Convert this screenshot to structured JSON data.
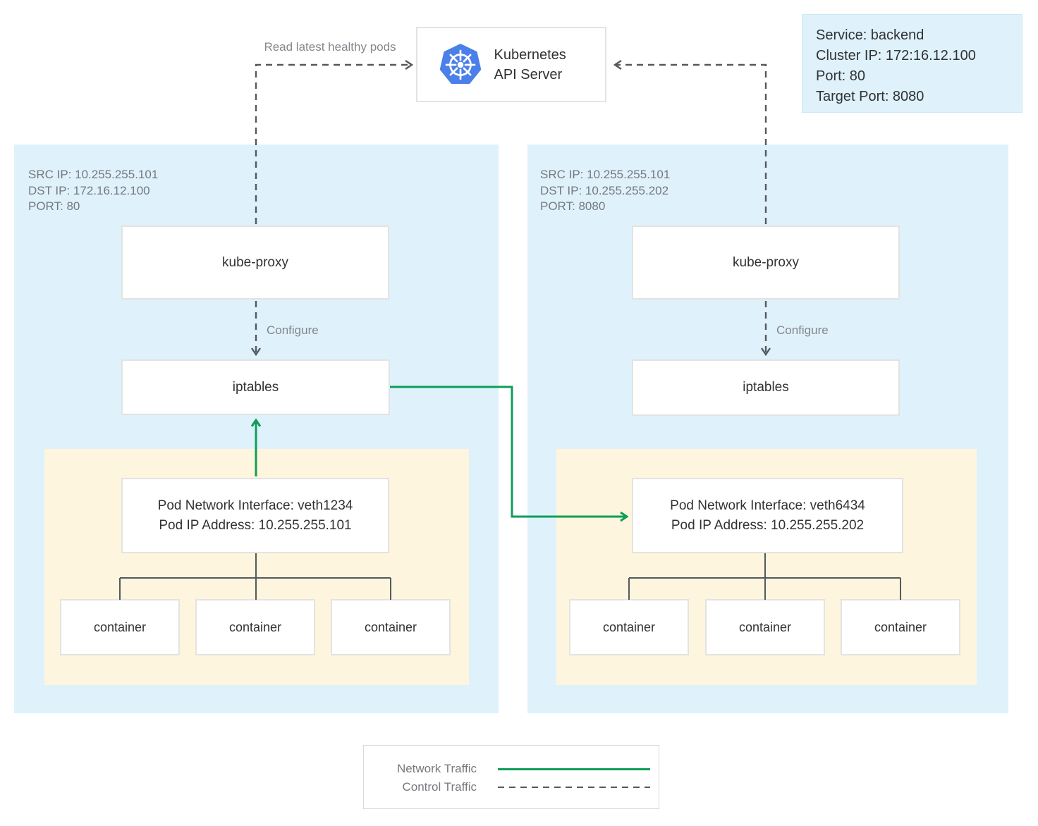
{
  "colors": {
    "node-bg": "#dff1fb",
    "pod-bg": "#fdf5dd",
    "k8s-blue": "#4a80e8",
    "green": "#0f9d58",
    "line-gray": "#55595e",
    "text-dark": "#303234",
    "text-gray": "#75797e",
    "text-soft": "#83878c",
    "box-border": "#e3e3e1",
    "legend-border": "#d9d9d9",
    "service-border": "#cfe7f4"
  },
  "api_server": {
    "label": "Kubernetes API Server"
  },
  "service_box": {
    "lines": [
      "Service: backend",
      "Cluster IP: 172:16.12.100",
      "Port: 80",
      "Target Port: 8080"
    ]
  },
  "annotations": {
    "read_latest": "Read latest healthy pods",
    "configure_left": "Configure",
    "configure_right": "Configure"
  },
  "nodes": {
    "left": {
      "header": [
        "SRC IP: 10.255.255.101",
        "DST IP: 172.16.12.100",
        "PORT: 80"
      ],
      "kube_proxy_label": "kube-proxy",
      "iptables_label": "iptables",
      "pod": {
        "interface_lines": [
          "Pod Network Interface: veth1234",
          "Pod IP Address: 10.255.255.101"
        ],
        "containers": [
          "container",
          "container",
          "container"
        ]
      }
    },
    "right": {
      "header": [
        "SRC IP: 10.255.255.101",
        "DST IP: 10.255.255.202",
        "PORT: 8080"
      ],
      "kube_proxy_label": "kube-proxy",
      "iptables_label": "iptables",
      "pod": {
        "interface_lines": [
          "Pod Network Interface: veth6434",
          "Pod IP Address: 10.255.255.202"
        ],
        "containers": [
          "container",
          "container",
          "container"
        ]
      }
    }
  },
  "legend": {
    "network_label": "Network Traffic",
    "control_label": "Control Traffic"
  }
}
